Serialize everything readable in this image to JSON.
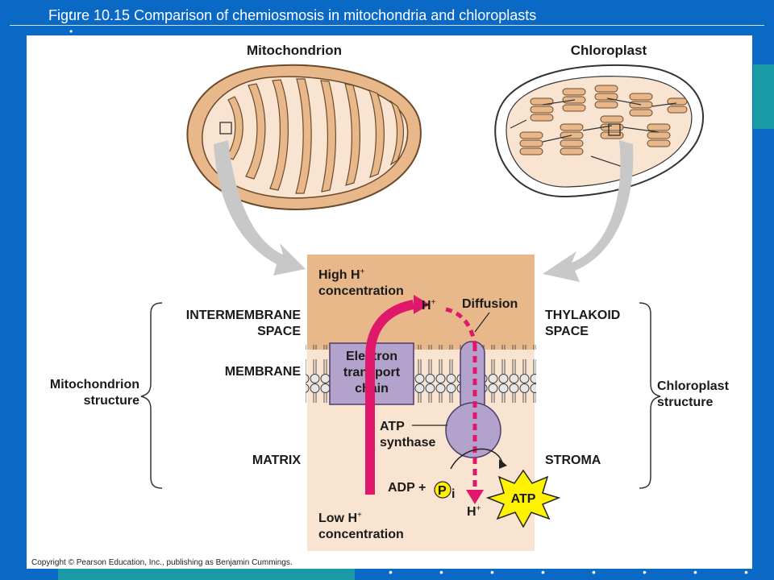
{
  "slide": {
    "title": "Figure 10.15  Comparison of chemiosmosis in mitochondria and chloroplasts",
    "bullet_glyph": "•"
  },
  "figure": {
    "mito_title": "Mitochondrion",
    "chloro_title": "Chloroplast",
    "high_h_line1": "High H",
    "high_h_line2": "concentration",
    "low_h_line1": "Low H",
    "low_h_line2": "concentration",
    "superscript_plus": "+",
    "h_plus_top": "H",
    "h_plus_bottom": "H",
    "diffusion": "Diffusion",
    "etc_line1": "Electron",
    "etc_line2": "transport",
    "etc_line3": "chain",
    "atp_synthase_line1": "ATP",
    "atp_synthase_line2": "synthase",
    "adp": "ADP +",
    "pi_letter": "P",
    "pi_subscript": "i",
    "atp": "ATP",
    "left": {
      "intermembrane_line1": "INTERMEMBRANE",
      "intermembrane_line2": "SPACE",
      "membrane": "MEMBRANE",
      "matrix": "MATRIX",
      "structure_line1": "Mitochondrion",
      "structure_line2": "structure"
    },
    "right": {
      "thylakoid_line1": "THYLAKOID",
      "thylakoid_line2": "SPACE",
      "stroma": "STROMA",
      "structure_line1": "Chloroplast",
      "structure_line2": "structure"
    },
    "copyright": "Copyright © Pearson Education, Inc., publishing as Benjamin Cummings.",
    "colors": {
      "tan": "#e8b88a",
      "peach": "#f9e4d1",
      "membrane_purple": "#b3a3cc",
      "pink": "#e0186c",
      "atp_yellow": "#fff200",
      "grey_arrow": "#c8c8c8"
    }
  }
}
